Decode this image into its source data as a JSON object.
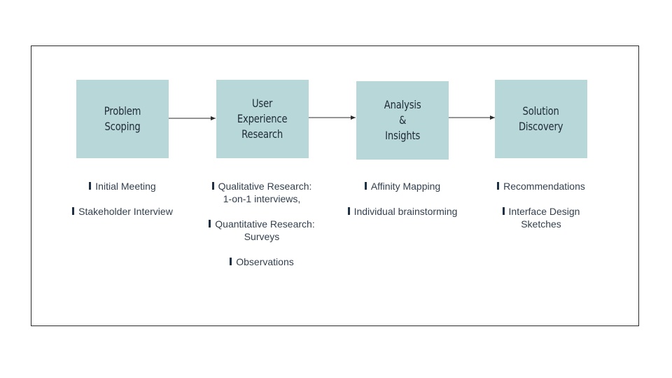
{
  "stages": [
    {
      "title": "Problem\nScoping",
      "items": [
        "Initial Meeting",
        "Stakeholder Interview"
      ]
    },
    {
      "title": "User\nExperience\nResearch",
      "items": [
        "Qualitative Research: 1-on-1 interviews,",
        "Quantitative Research: Surveys",
        "Observations"
      ]
    },
    {
      "title": "Analysis\n&\nInsights",
      "items": [
        "Affinity Mapping",
        "Individual brainstorming"
      ]
    },
    {
      "title": "Solution\nDiscovery",
      "items": [
        "Recommendations",
        "Interface Design Sketches"
      ]
    }
  ],
  "colors": {
    "stage_fill": "#b8d7d8",
    "text": "#1f2a38",
    "bullet": "#1f3146",
    "frame": "#2b2b2b"
  }
}
